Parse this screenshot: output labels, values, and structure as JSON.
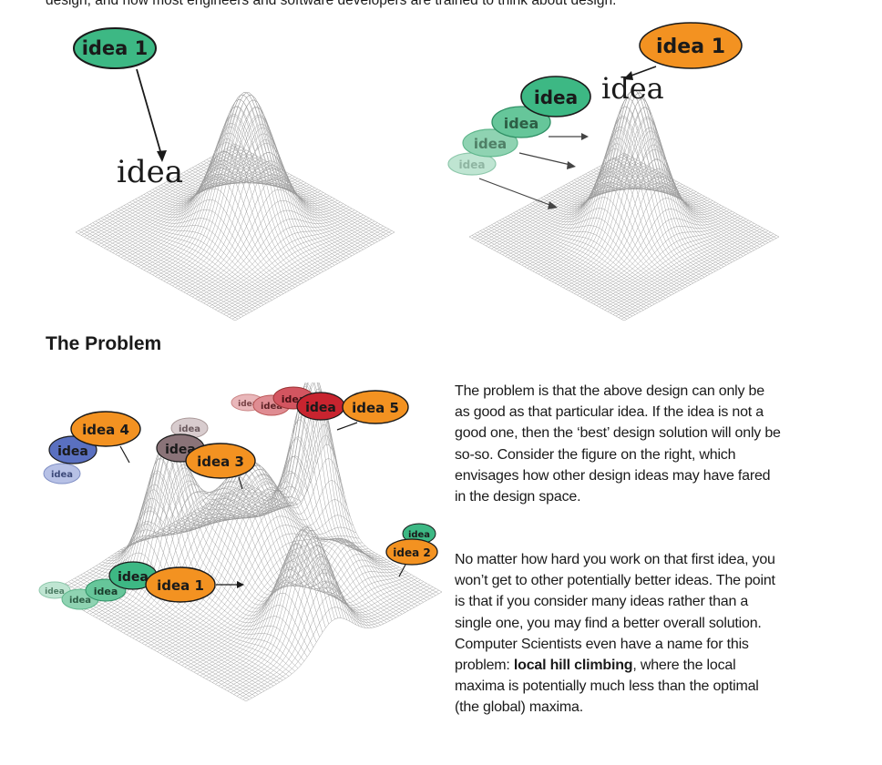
{
  "intro_line": "design, and how most engineers and software developers are trained to think about design.",
  "figure_left": {
    "bubble": "idea 1",
    "label": "idea",
    "colors": {
      "bubble": "#3db884"
    }
  },
  "figure_right": {
    "top_bubble": "idea 1",
    "label": "idea",
    "trail": [
      "idea",
      "idea",
      "idea",
      "idea"
    ],
    "colors": {
      "top_bubble": "#f39221",
      "trail": "#3db884"
    }
  },
  "section_heading": "The Problem",
  "figure_problem": {
    "bubbles": {
      "idea1": "idea 1",
      "idea2": "idea 2",
      "idea3": "idea 3",
      "idea4": "idea 4",
      "idea5": "idea 5",
      "idea": "idea"
    },
    "colors": {
      "orange": "#f39221",
      "green": "#3db884",
      "blue": "#5a70c0",
      "red": "#c8242f",
      "mauve": "#8a7378"
    }
  },
  "paragraph1": "The problem is that the above design can only be as good as that particular idea. If the idea is not a good one, then the ‘best’ design solution will only be so-so.  Consider the figure on the right, which envisages how other design ideas may have fared in the design space.",
  "paragraph2_before": "No matter how hard you work on that first idea, you won’t get to other potentially better ideas. The point is that if you consider many ideas rather than a single one, you may find a better overall solution. Computer Scientists even have a name for this problem: ",
  "paragraph2_bold": "local hill climbing",
  "paragraph2_after": ", where the local maxima is potentially much less than the optimal (the global) maxima."
}
